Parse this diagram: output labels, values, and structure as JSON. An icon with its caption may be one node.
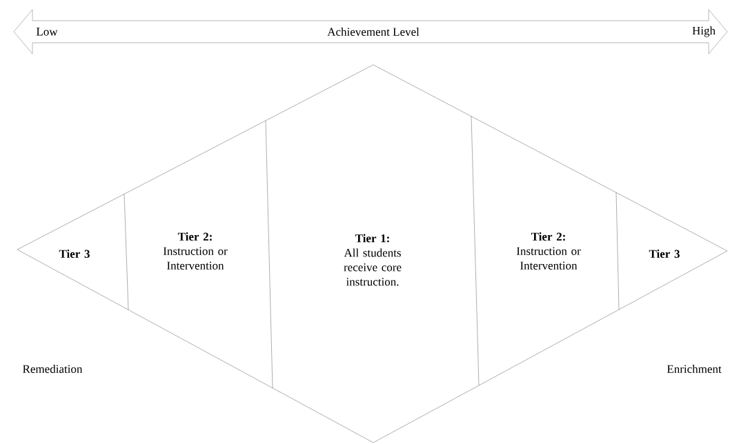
{
  "diagram": {
    "nodes": [
      {
        "text": [
          "Low",
          "Achievement Level",
          "High"
        ]
      },
      {
        "text": [
          "Tier 3"
        ]
      },
      {
        "text": [
          "Tier 2:",
          "Instruction or Intervention"
        ]
      },
      {
        "text": [
          "Tier 1:",
          "All students receive core instruction."
        ]
      },
      {
        "text": [
          "Tier 2:",
          "Instruction or Intervention"
        ]
      },
      {
        "text": [
          "Tier 3"
        ]
      }
    ],
    "labels": [
      "Remediation",
      "Enrichment"
    ]
  }
}
